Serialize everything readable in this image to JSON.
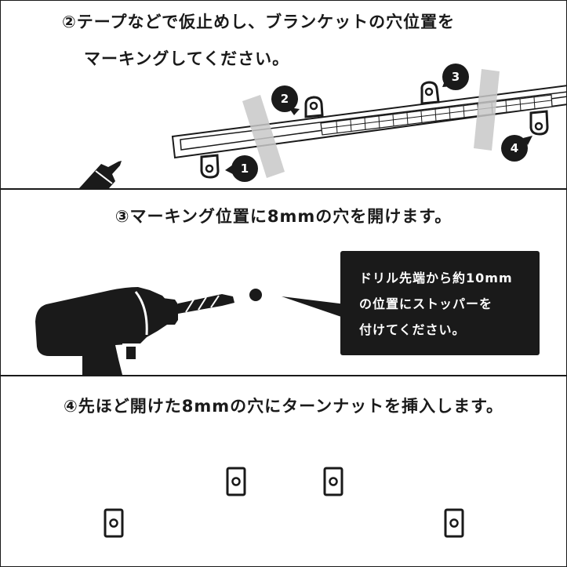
{
  "step2": {
    "line1": "②テープなどで仮止めし、ブランケットの穴位置を",
    "line2": "マーキングしてください。",
    "badges": [
      "1",
      "2",
      "3",
      "4"
    ]
  },
  "step3": {
    "title": "③マーキング位置に8mmの穴を開けます。",
    "callout": {
      "line1": "ドリル先端から約10mm",
      "line2": "の位置にストッパーを",
      "line3": "付けてください。"
    }
  },
  "step4": {
    "title": "④先ほど開けた8mmの穴にターンナットを挿入します。"
  }
}
